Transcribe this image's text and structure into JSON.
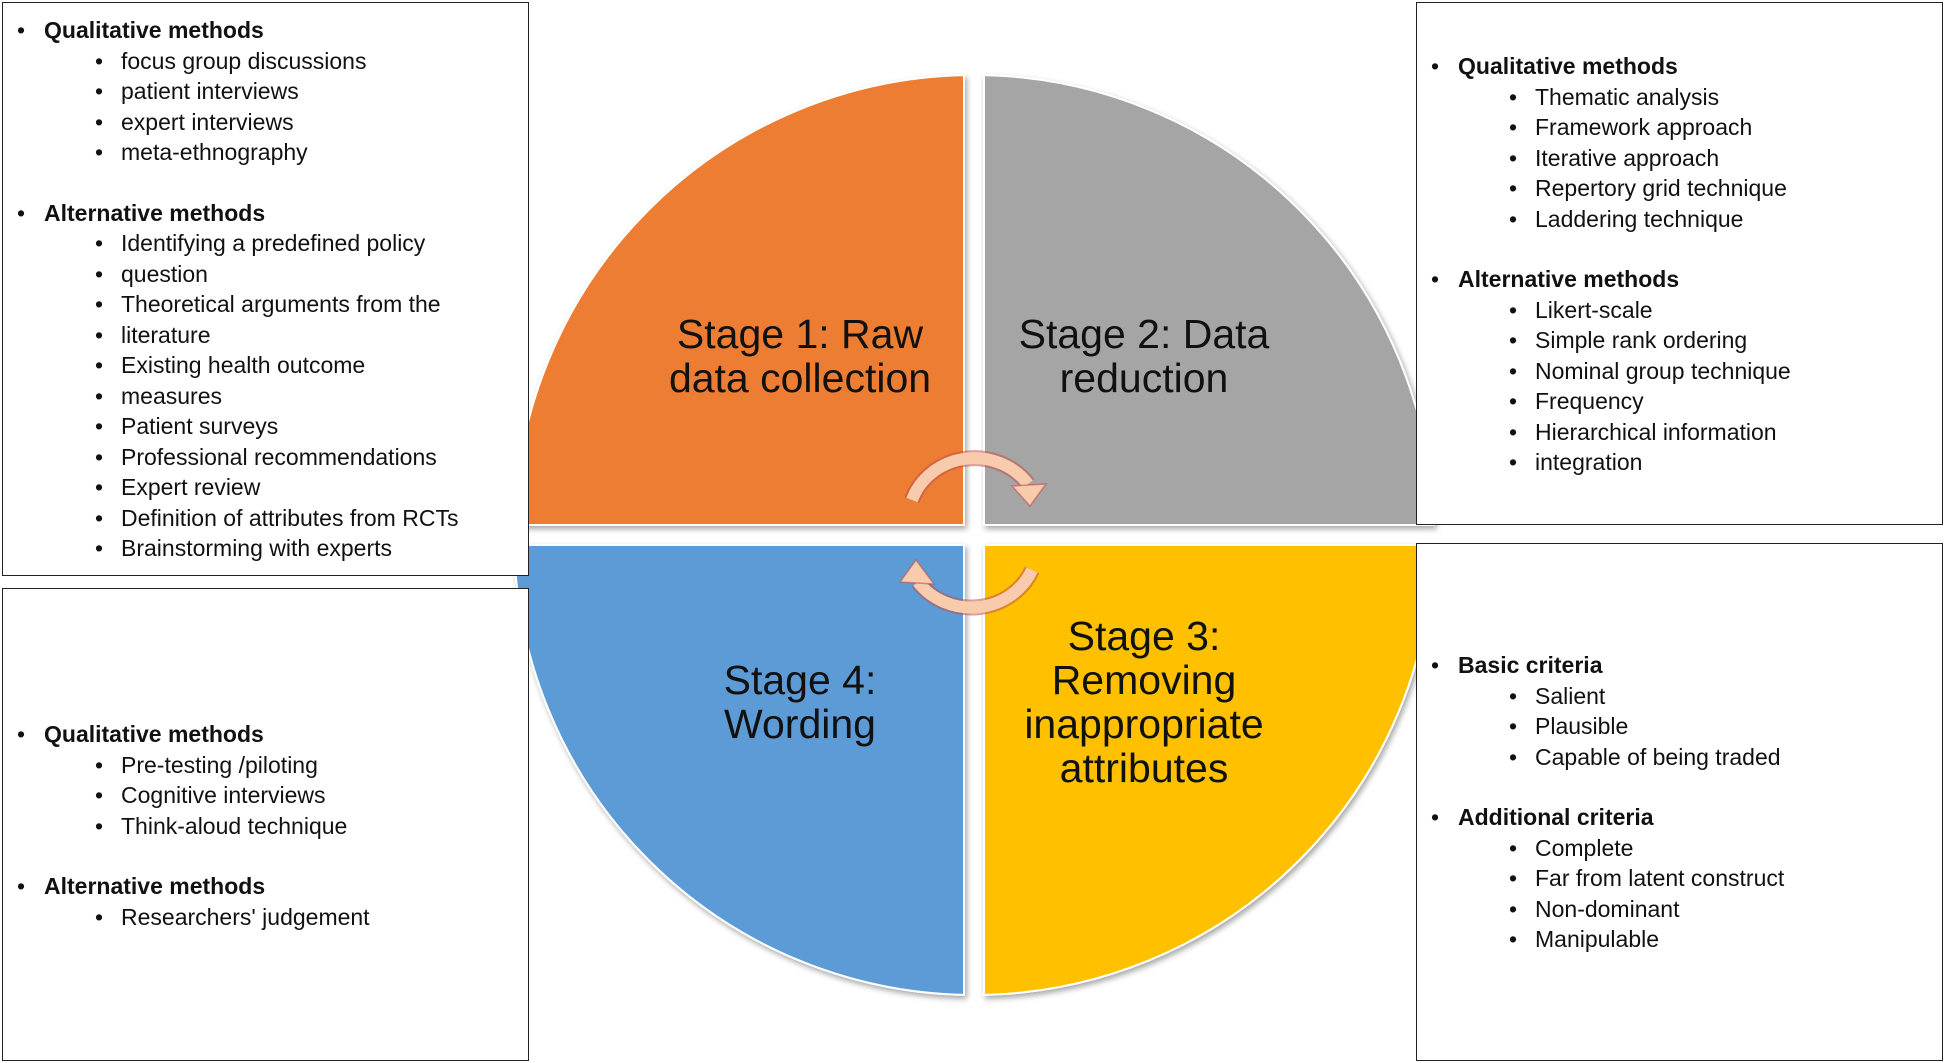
{
  "colors": {
    "stage1": "#ED7D31",
    "stage2": "#A5A5A5",
    "stage3": "#FFC000",
    "stage4": "#5B9BD5",
    "cycle_arrows": "#F8CBAD"
  },
  "stages": [
    {
      "id": "stage1",
      "label_lines": [
        "Stage 1: Raw",
        "data collection"
      ]
    },
    {
      "id": "stage2",
      "label_lines": [
        "Stage 2: Data",
        "reduction"
      ]
    },
    {
      "id": "stage3",
      "label_lines": [
        "Stage 3:",
        "Removing",
        "inappropriate",
        "attributes"
      ]
    },
    {
      "id": "stage4",
      "label_lines": [
        "Stage 4:",
        "Wording"
      ]
    }
  ],
  "cycle_icon": "circular-arrows-icon",
  "panels": {
    "stage1": {
      "groups": [
        {
          "title": "Qualitative methods",
          "items": [
            "focus group discussions",
            "patient interviews",
            "expert interviews",
            "meta-ethnography"
          ]
        },
        {
          "title": "Alternative methods",
          "items": [
            "Identifying  a predefined policy",
            "question",
            "Theoretical arguments from the",
            "literature",
            "Existing health outcome",
            "measures",
            "Patient surveys",
            "Professional recommendations",
            "Expert review",
            "Definition of attributes from RCTs",
            "Brainstorming with experts"
          ]
        }
      ]
    },
    "stage2": {
      "groups": [
        {
          "title": "Qualitative methods",
          "items": [
            "Thematic analysis",
            "Framework approach",
            "Iterative  approach",
            "Repertory grid technique",
            "Laddering technique"
          ]
        },
        {
          "title": "Alternative methods",
          "items": [
            "Likert-scale",
            "Simple rank ordering",
            "Nominal group technique",
            "Frequency",
            "Hierarchical information",
            "integration"
          ]
        }
      ]
    },
    "stage3": {
      "groups": [
        {
          "title": "Basic criteria",
          "items": [
            "Salient",
            "Plausible",
            "Capable of being traded"
          ]
        },
        {
          "title": "Additional criteria",
          "items": [
            "Complete",
            "Far from latent construct",
            "Non-dominant",
            "Manipulable"
          ]
        }
      ]
    },
    "stage4": {
      "groups": [
        {
          "title": "Qualitative methods",
          "items": [
            "Pre-testing /piloting",
            "Cognitive interviews",
            "Think-aloud  technique"
          ]
        },
        {
          "title": "Alternative methods",
          "items": [
            "Researchers' judgement"
          ]
        }
      ]
    }
  }
}
